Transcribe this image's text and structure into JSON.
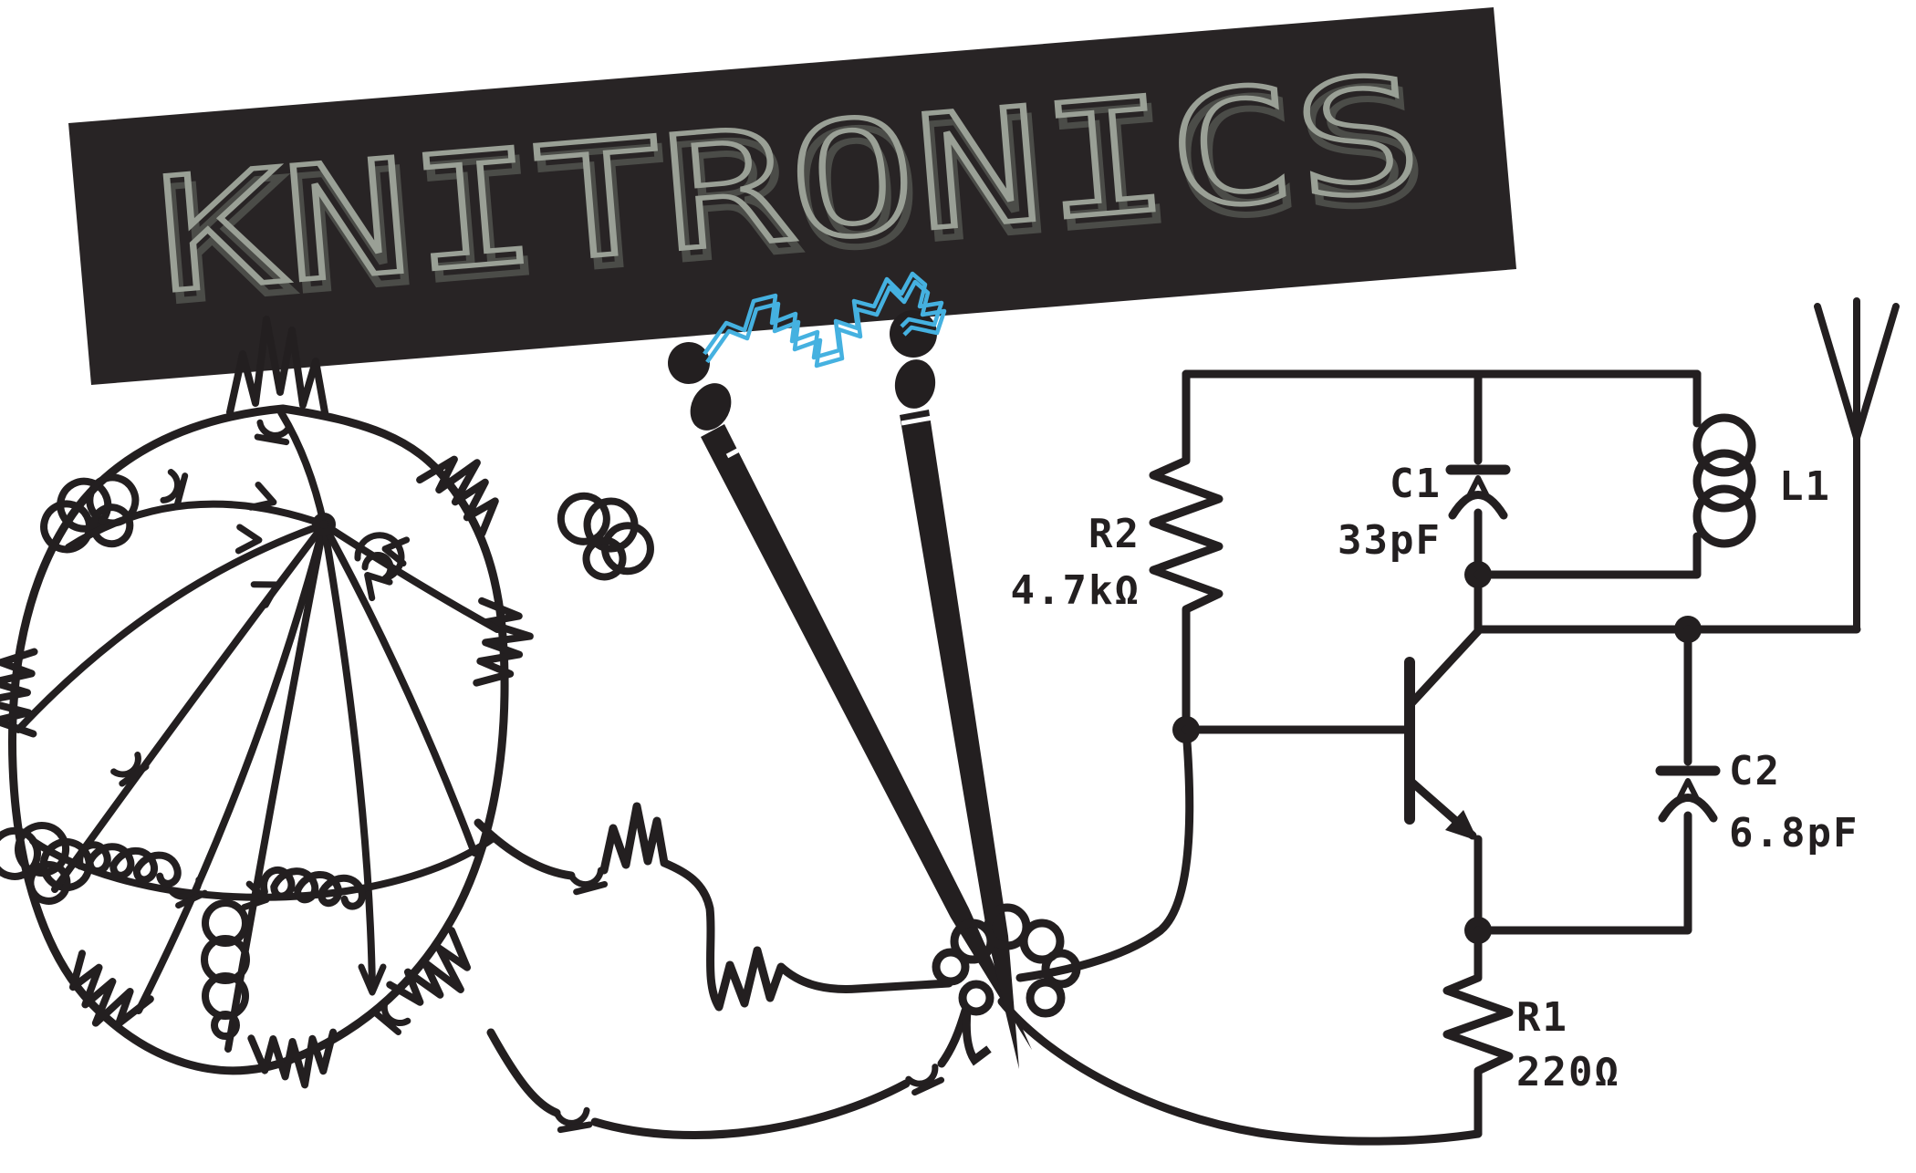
{
  "title": {
    "text": "KNITRONICS"
  },
  "schematic": {
    "r2": {
      "name": "R2",
      "value": "4.7kΩ"
    },
    "c1": {
      "name": "C1",
      "value": "33pF"
    },
    "l1": {
      "name": "L1"
    },
    "c2": {
      "name": "C2",
      "value": "6.8pF"
    },
    "r1": {
      "name": "R1",
      "value": "220Ω"
    }
  },
  "colors": {
    "ink": "#231f20",
    "banner_background": "#282425",
    "title_gray": "#9aa096",
    "title_shadow": "#4b4c48",
    "spark_blue": "#45b1e0",
    "paper": "#ffffff"
  },
  "icons": [
    "banner",
    "yarn-ball-circuit",
    "knitting-needle-left",
    "knitting-needle-right",
    "spark",
    "antenna",
    "transistor",
    "resistor",
    "capacitor",
    "inductor"
  ]
}
